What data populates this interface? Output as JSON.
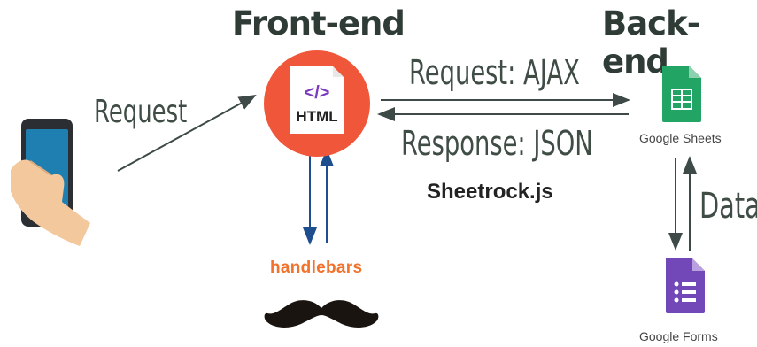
{
  "headings": {
    "frontend": "Front-end",
    "backend": "Back-end"
  },
  "labels": {
    "request": "Request",
    "request_ajax": "Request: AJAX",
    "response_json": "Response: JSON",
    "library": "Sheetrock.js",
    "data": "Data"
  },
  "nodes": {
    "html_icon": {
      "glyph": "</>",
      "text": "HTML",
      "circle_color": "#f0573a"
    },
    "sheets": {
      "caption": "Google Sheets",
      "color": "#21a464"
    },
    "forms": {
      "caption": "Google Forms",
      "color": "#7248b9"
    },
    "handlebars": {
      "text": "handlebars",
      "color": "#f0722c"
    }
  }
}
